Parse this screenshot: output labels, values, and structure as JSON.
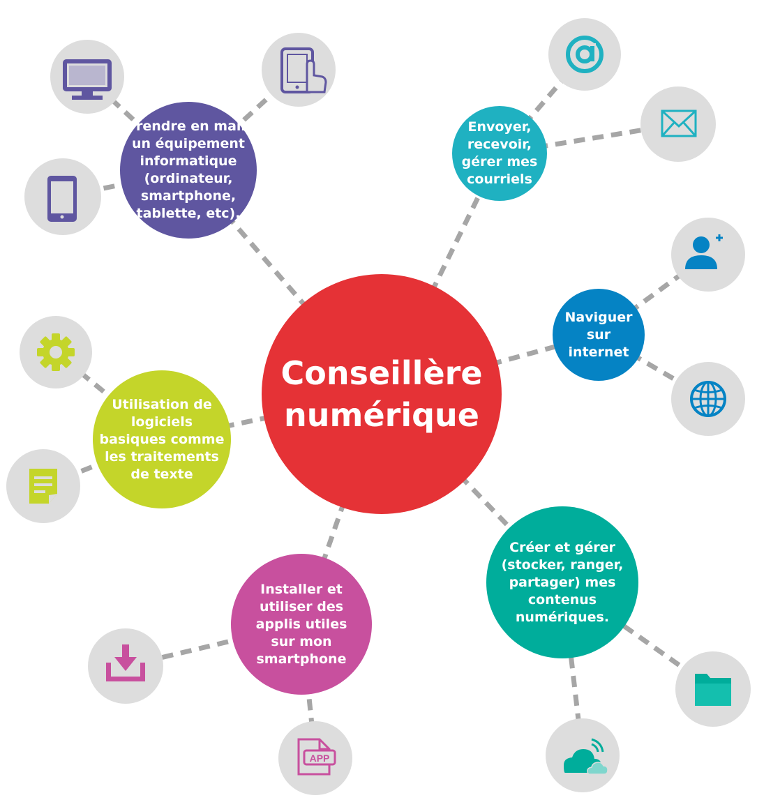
{
  "center": {
    "label_line1": "Conseillère",
    "label_line2": "numérique",
    "color": "#e53236"
  },
  "topics": [
    {
      "id": "equipement",
      "color": "#5f56a0",
      "lines": [
        "Prendre en main",
        "un équipement",
        "informatique",
        "(ordinateur,",
        "smartphone,",
        "tablette, etc)."
      ]
    },
    {
      "id": "courriels",
      "color": "#1fb1c1",
      "lines": [
        "Envoyer,",
        "recevoir,",
        "gérer mes",
        "courriels"
      ]
    },
    {
      "id": "internet",
      "color": "#0583c4",
      "lines": [
        "Naviguer",
        "sur",
        "internet"
      ]
    },
    {
      "id": "logiciels",
      "color": "#c4d52a",
      "lines": [
        "Utilisation de",
        "logiciels",
        "basiques comme",
        "les traitements",
        "de texte"
      ]
    },
    {
      "id": "applis",
      "color": "#c8509e",
      "lines": [
        "Installer et",
        "utiliser des",
        "applis utiles",
        "sur mon",
        "smartphone"
      ]
    },
    {
      "id": "contenus",
      "color": "#00ad9b",
      "lines": [
        "Créer et gérer",
        "(stocker, ranger,",
        "partager) mes",
        "contenus",
        "numériques."
      ]
    }
  ],
  "icons": [
    {
      "name": "monitor-icon",
      "color": "#5f56a0"
    },
    {
      "name": "tablet-touch-icon",
      "color": "#5f56a0"
    },
    {
      "name": "smartphone-icon",
      "color": "#5f56a0"
    },
    {
      "name": "at-sign-icon",
      "color": "#1fb1c1"
    },
    {
      "name": "envelope-icon",
      "color": "#1fb1c1"
    },
    {
      "name": "add-user-icon",
      "color": "#0583c4"
    },
    {
      "name": "globe-icon",
      "color": "#0583c4"
    },
    {
      "name": "gear-icon",
      "color": "#c4d52a"
    },
    {
      "name": "document-icon",
      "color": "#c4d52a"
    },
    {
      "name": "download-icon",
      "color": "#c8509e"
    },
    {
      "name": "app-file-icon",
      "color": "#c8509e",
      "text": "APP"
    },
    {
      "name": "cloud-icon",
      "color": "#00ad9b"
    },
    {
      "name": "folder-icon",
      "color": "#00ad9b"
    }
  ]
}
